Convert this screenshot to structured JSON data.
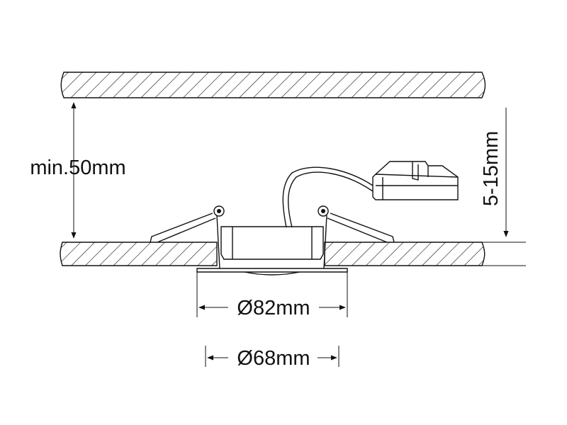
{
  "labels": {
    "clearance": "min.50mm",
    "thickness": "5-15mm",
    "outer_diameter": "Ø82mm",
    "cutout_diameter": "Ø68mm"
  },
  "colors": {
    "line": "#111111",
    "background": "#ffffff"
  }
}
